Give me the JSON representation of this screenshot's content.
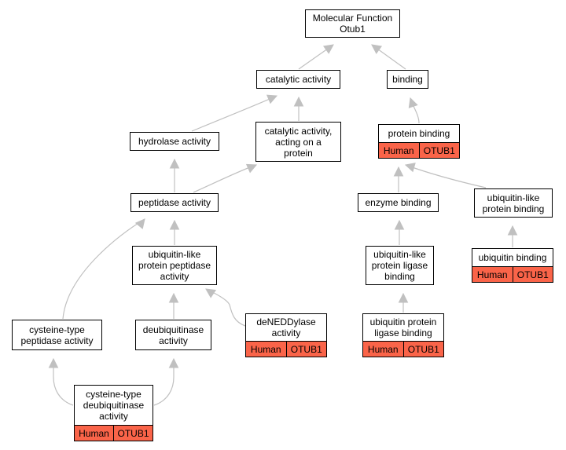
{
  "nodes": {
    "molecular_function": {
      "label": "Molecular Function\nOtub1"
    },
    "catalytic_activity": {
      "label": "catalytic activity"
    },
    "binding": {
      "label": "binding"
    },
    "hydrolase_activity": {
      "label": "hydrolase activity"
    },
    "catalytic_on_protein": {
      "label": "catalytic activity,\nacting on a\nprotein"
    },
    "protein_binding": {
      "label": "protein binding",
      "species": "Human",
      "gene": "OTUB1"
    },
    "peptidase_activity": {
      "label": "peptidase activity"
    },
    "enzyme_binding": {
      "label": "enzyme binding"
    },
    "ubl_protein_binding": {
      "label": "ubiquitin-like\nprotein binding"
    },
    "ubl_peptidase": {
      "label": "ubiquitin-like\nprotein peptidase\nactivity"
    },
    "ubl_ligase_binding": {
      "label": "ubiquitin-like\nprotein ligase\nbinding"
    },
    "ubiquitin_binding": {
      "label": "ubiquitin binding",
      "species": "Human",
      "gene": "OTUB1"
    },
    "cysteine_peptidase": {
      "label": "cysteine-type\npeptidase activity"
    },
    "deubiquitinase": {
      "label": "deubiquitinase\nactivity"
    },
    "deneddylase": {
      "label": "deNEDDylase\nactivity",
      "species": "Human",
      "gene": "OTUB1"
    },
    "ub_ligase_binding": {
      "label": "ubiquitin protein\nligase binding",
      "species": "Human",
      "gene": "OTUB1"
    },
    "cysteine_deubiquitinase": {
      "label": "cysteine-type\ndeubiquitinase\nactivity",
      "species": "Human",
      "gene": "OTUB1"
    }
  },
  "colors": {
    "annotation": "#fa6449",
    "edge": "#c0c0c0",
    "border": "#000000"
  }
}
